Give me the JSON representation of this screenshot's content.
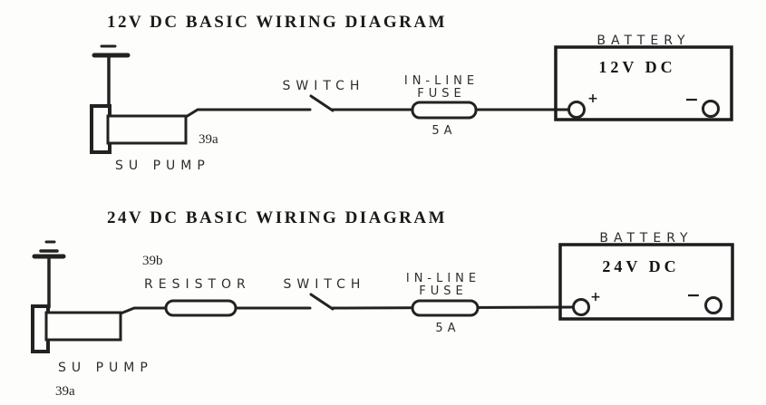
{
  "scan": {
    "background": "#fdfdfc",
    "ink": "#1f1f1f"
  },
  "diagrams": [
    {
      "title": "12V DC BASIC WIRING DIAGRAM",
      "pump": {
        "label": "SU PUMP",
        "ref": "39a"
      },
      "ground": {
        "icon": "ground-icon"
      },
      "switch": {
        "label": "SWITCH"
      },
      "fuse": {
        "label_line1": "IN-LINE",
        "label_line2": "FUSE",
        "rating": "5A"
      },
      "battery": {
        "label": "BATTERY",
        "voltage": "12V DC",
        "positive": "+",
        "negative": "−"
      }
    },
    {
      "title": "24V DC BASIC WIRING DIAGRAM",
      "pump": {
        "label": "SU PUMP",
        "ref": "39a"
      },
      "ground": {
        "icon": "ground-icon"
      },
      "resistor": {
        "label": "RESISTOR",
        "ref": "39b"
      },
      "switch": {
        "label": "SWITCH"
      },
      "fuse": {
        "label_line1": "IN-LINE",
        "label_line2": "FUSE",
        "rating": "5A"
      },
      "battery": {
        "label": "BATTERY",
        "voltage": "24V DC",
        "positive": "+",
        "negative": "−"
      }
    }
  ]
}
